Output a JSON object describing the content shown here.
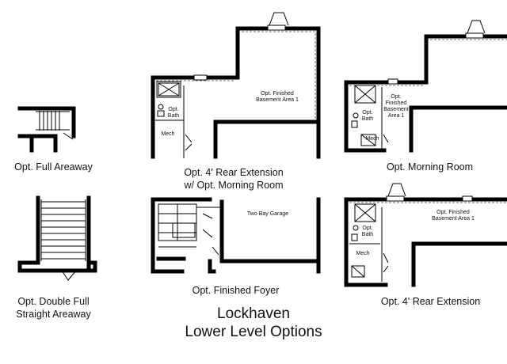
{
  "captions": {
    "full_areaway": "Opt. Full  Areaway",
    "rear_extension_morning": "Opt. 4' Rear Extension",
    "rear_extension_morning_2": "w/ Opt. Morning Room",
    "morning_room": "Opt. Morning Room",
    "double_areaway": "Opt. Double Full",
    "double_areaway_2": "Straight Areaway",
    "finished_foyer": "Opt. Finished Foyer",
    "rear_extension": "Opt. 4' Rear Extension"
  },
  "title": {
    "line1": "Lockhaven",
    "line2": "Lower Level Options"
  },
  "rooms": {
    "basement_a": "Opt. Finished",
    "basement_b": "Basement Area 1",
    "bath_a": "Opt.",
    "bath_b": "Bath",
    "mech": "Mech",
    "garage": "Two Bay Garage",
    "mr_basement_a": "Opt.",
    "mr_basement_b": "Finished",
    "mr_basement_c": "Basement",
    "mr_basement_d": "Area 1"
  }
}
